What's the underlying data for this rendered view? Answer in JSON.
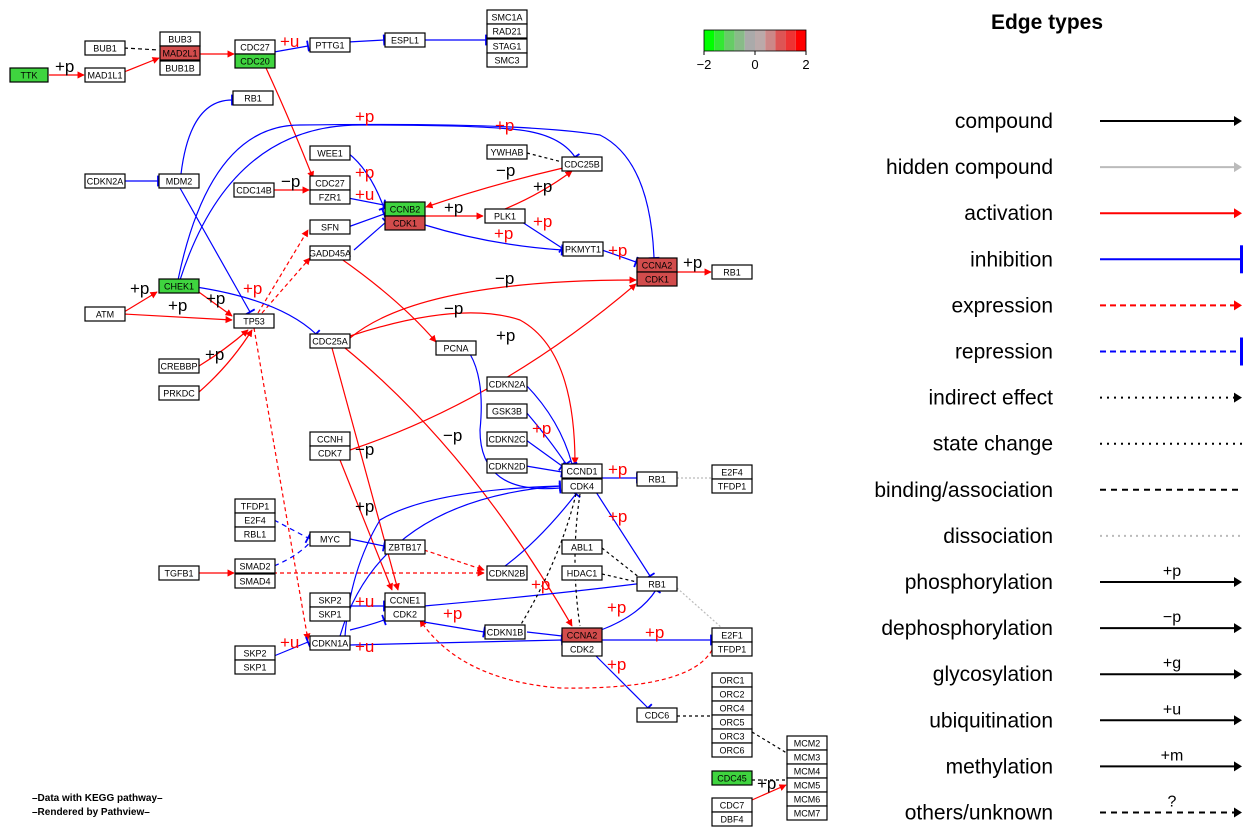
{
  "colors": {
    "high": "#d24c4c",
    "low": "#3fd43f",
    "none": "#ffffff",
    "activation": "#ff0000",
    "inhibition": "#0000ff",
    "binding": "#000000",
    "hidden": "#bbbbbb"
  },
  "color_scale": {
    "ticks": [
      "−2",
      "0",
      "2"
    ],
    "swatches": [
      "#00ff00",
      "#33e833",
      "#66cc66",
      "#88bb88",
      "#aaaaaa",
      "#bbaaaa",
      "#cc8888",
      "#dd5555",
      "#ee3333",
      "#ff0000"
    ]
  },
  "legend": {
    "title": "Edge types",
    "items": [
      {
        "label": "compound",
        "mark": ""
      },
      {
        "label": "hidden compound",
        "mark": ""
      },
      {
        "label": "activation",
        "mark": ""
      },
      {
        "label": "inhibition",
        "mark": ""
      },
      {
        "label": "expression",
        "mark": ""
      },
      {
        "label": "repression",
        "mark": ""
      },
      {
        "label": "indirect effect",
        "mark": ""
      },
      {
        "label": "state change",
        "mark": ""
      },
      {
        "label": "binding/association",
        "mark": ""
      },
      {
        "label": "dissociation",
        "mark": ""
      },
      {
        "label": "phosphorylation",
        "mark": "+p"
      },
      {
        "label": "dephosphorylation",
        "mark": "−p"
      },
      {
        "label": "glycosylation",
        "mark": "+g"
      },
      {
        "label": "ubiquitination",
        "mark": "+u"
      },
      {
        "label": "methylation",
        "mark": "+m"
      },
      {
        "label": "others/unknown",
        "mark": "?"
      }
    ]
  },
  "credits": [
    "–Data with KEGG pathway–",
    "–Rendered  by  Pathview–"
  ],
  "nodes": {
    "TTK": {
      "label": "TTK",
      "state": "low"
    },
    "BUB1": {
      "label": "BUB1",
      "state": "none"
    },
    "MAD1L1": {
      "label": "MAD1L1",
      "state": "none"
    },
    "BUB3": {
      "label": "BUB3",
      "state": "none"
    },
    "MAD2L1": {
      "label": "MAD2L1",
      "state": "high"
    },
    "BUB1B": {
      "label": "BUB1B",
      "state": "none"
    },
    "CDC27": {
      "label": "CDC27",
      "state": "none"
    },
    "CDC20": {
      "label": "CDC20",
      "state": "low"
    },
    "PTTG1": {
      "label": "PTTG1",
      "state": "none"
    },
    "ESPL1": {
      "label": "ESPL1",
      "state": "none"
    },
    "SMC1A": {
      "label": "SMC1A",
      "state": "none"
    },
    "RAD21": {
      "label": "RAD21",
      "state": "none"
    },
    "STAG1": {
      "label": "STAG1",
      "state": "none"
    },
    "SMC3": {
      "label": "SMC3",
      "state": "none"
    },
    "RB1_top": {
      "label": "RB1",
      "state": "none"
    },
    "CDKN2A_l": {
      "label": "CDKN2A",
      "state": "none"
    },
    "MDM2": {
      "label": "MDM2",
      "state": "none"
    },
    "WEE1": {
      "label": "WEE1",
      "state": "none"
    },
    "YWHAB": {
      "label": "YWHAB",
      "state": "none"
    },
    "CDC25B": {
      "label": "CDC25B",
      "state": "none"
    },
    "CDC14B": {
      "label": "CDC14B",
      "state": "none"
    },
    "CDC27b": {
      "label": "CDC27",
      "state": "none"
    },
    "FZR1": {
      "label": "FZR1",
      "state": "none"
    },
    "CCNB2": {
      "label": "CCNB2",
      "state": "low"
    },
    "CDK1a": {
      "label": "CDK1",
      "state": "high"
    },
    "PLK1": {
      "label": "PLK1",
      "state": "none"
    },
    "SFN": {
      "label": "SFN",
      "state": "none"
    },
    "PKMYT1": {
      "label": "PKMYT1",
      "state": "none"
    },
    "GADD45A": {
      "label": "GADD45A",
      "state": "none"
    },
    "CCNA2a": {
      "label": "CCNA2",
      "state": "high"
    },
    "CDK1b": {
      "label": "CDK1",
      "state": "high"
    },
    "RB1_r": {
      "label": "RB1",
      "state": "none"
    },
    "CHEK1": {
      "label": "CHEK1",
      "state": "low"
    },
    "ATM": {
      "label": "ATM",
      "state": "none"
    },
    "TP53": {
      "label": "TP53",
      "state": "none"
    },
    "CDC25A": {
      "label": "CDC25A",
      "state": "none"
    },
    "PCNA": {
      "label": "PCNA",
      "state": "none"
    },
    "CREBBP": {
      "label": "CREBBP",
      "state": "none"
    },
    "PRKDC": {
      "label": "PRKDC",
      "state": "none"
    },
    "CDKN2A_m": {
      "label": "CDKN2A",
      "state": "none"
    },
    "GSK3B": {
      "label": "GSK3B",
      "state": "none"
    },
    "CDKN2C": {
      "label": "CDKN2C",
      "state": "none"
    },
    "CDKN2D": {
      "label": "CDKN2D",
      "state": "none"
    },
    "CCNH": {
      "label": "CCNH",
      "state": "none"
    },
    "CDK7": {
      "label": "CDK7",
      "state": "none"
    },
    "CCND1": {
      "label": "CCND1",
      "state": "none"
    },
    "CDK4": {
      "label": "CDK4",
      "state": "none"
    },
    "RB1_m": {
      "label": "RB1",
      "state": "none"
    },
    "E2F4": {
      "label": "E2F4",
      "state": "none"
    },
    "TFDP1_r": {
      "label": "TFDP1",
      "state": "none"
    },
    "TFDP1_l": {
      "label": "TFDP1",
      "state": "none"
    },
    "E2F4_l": {
      "label": "E2F4",
      "state": "none"
    },
    "RBL1_l": {
      "label": "RBL1",
      "state": "none"
    },
    "MYC": {
      "label": "MYC",
      "state": "none"
    },
    "ZBTB17": {
      "label": "ZBTB17",
      "state": "none"
    },
    "ABL1": {
      "label": "ABL1",
      "state": "none"
    },
    "TGFB1": {
      "label": "TGFB1",
      "state": "none"
    },
    "SMAD2": {
      "label": "SMAD2",
      "state": "none"
    },
    "SMAD4": {
      "label": "SMAD4",
      "state": "none"
    },
    "CDKN2B": {
      "label": "CDKN2B",
      "state": "none"
    },
    "HDAC1": {
      "label": "HDAC1",
      "state": "none"
    },
    "RB1_b": {
      "label": "RB1",
      "state": "none"
    },
    "SKP2a": {
      "label": "SKP2",
      "state": "none"
    },
    "SKP1a": {
      "label": "SKP1",
      "state": "none"
    },
    "CCNE1": {
      "label": "CCNE1",
      "state": "none"
    },
    "CDK2a": {
      "label": "CDK2",
      "state": "none"
    },
    "CDKN1B": {
      "label": "CDKN1B",
      "state": "none"
    },
    "CCNA2b": {
      "label": "CCNA2",
      "state": "high"
    },
    "CDK2b": {
      "label": "CDK2",
      "state": "none"
    },
    "E2F1": {
      "label": "E2F1",
      "state": "none"
    },
    "TFDP1_b": {
      "label": "TFDP1",
      "state": "none"
    },
    "SKP2b": {
      "label": "SKP2",
      "state": "none"
    },
    "SKP1b": {
      "label": "SKP1",
      "state": "none"
    },
    "CDKN1A": {
      "label": "CDKN1A",
      "state": "none"
    },
    "CDC6": {
      "label": "CDC6",
      "state": "none"
    },
    "ORC1": {
      "label": "ORC1",
      "state": "none"
    },
    "ORC2": {
      "label": "ORC2",
      "state": "none"
    },
    "ORC4": {
      "label": "ORC4",
      "state": "none"
    },
    "ORC5": {
      "label": "ORC5",
      "state": "none"
    },
    "ORC3": {
      "label": "ORC3",
      "state": "none"
    },
    "ORC6": {
      "label": "ORC6",
      "state": "none"
    },
    "MCM2": {
      "label": "MCM2",
      "state": "none"
    },
    "MCM3": {
      "label": "MCM3",
      "state": "none"
    },
    "MCM4": {
      "label": "MCM4",
      "state": "none"
    },
    "MCM5": {
      "label": "MCM5",
      "state": "none"
    },
    "MCM6": {
      "label": "MCM6",
      "state": "none"
    },
    "MCM7": {
      "label": "MCM7",
      "state": "none"
    },
    "CDC45": {
      "label": "CDC45",
      "state": "low"
    },
    "CDC7": {
      "label": "CDC7",
      "state": "none"
    },
    "DBF4": {
      "label": "DBF4",
      "state": "none"
    }
  },
  "edge_labels": [
    {
      "id": "l_ttk",
      "text": "+p",
      "color": "black"
    },
    {
      "id": "l_cdc20",
      "text": "+u",
      "color": "red"
    },
    {
      "id": "l_top1",
      "text": "+p",
      "color": "red"
    },
    {
      "id": "l_top2",
      "text": "+p",
      "color": "red"
    },
    {
      "id": "l_cdc14",
      "text": "−p",
      "color": "black"
    },
    {
      "id": "l_wee1",
      "text": "+p",
      "color": "red"
    },
    {
      "id": "l_fzr",
      "text": "+u",
      "color": "red"
    },
    {
      "id": "l_ywhab",
      "text": "−p",
      "color": "black"
    },
    {
      "id": "l_plk_up",
      "text": "+p",
      "color": "black"
    },
    {
      "id": "l_ccnb",
      "text": "+p",
      "color": "black"
    },
    {
      "id": "l_plk_dn",
      "text": "+p",
      "color": "red"
    },
    {
      "id": "l_plk_dn2",
      "text": "+p",
      "color": "red"
    },
    {
      "id": "l_pkmyt",
      "text": "+p",
      "color": "red"
    },
    {
      "id": "l_ccna_rb",
      "text": "+p",
      "color": "black"
    },
    {
      "id": "l_cdc25a_mp",
      "text": "−p",
      "color": "black"
    },
    {
      "id": "l_atm_chek",
      "text": "+p",
      "color": "black"
    },
    {
      "id": "l_chek_tp",
      "text": "+p",
      "color": "black"
    },
    {
      "id": "l_atm_tp",
      "text": "+p",
      "color": "black"
    },
    {
      "id": "l_tp_red",
      "text": "+p",
      "color": "red"
    },
    {
      "id": "l_creb",
      "text": "+p",
      "color": "black"
    },
    {
      "id": "l_cdc25a_mp2",
      "text": "−p",
      "color": "black"
    },
    {
      "id": "l_cdc25a_p",
      "text": "+p",
      "color": "black"
    },
    {
      "id": "l_cdkn2",
      "text": "+p",
      "color": "red"
    },
    {
      "id": "l_mp3",
      "text": "−p",
      "color": "black"
    },
    {
      "id": "l_ccnh",
      "text": "−p",
      "color": "black"
    },
    {
      "id": "l_ccnd",
      "text": "+p",
      "color": "red"
    },
    {
      "id": "l_cdk4_rb",
      "text": "+p",
      "color": "red"
    },
    {
      "id": "l_myc",
      "text": "+p",
      "color": "black"
    },
    {
      "id": "l_cdkn2b",
      "text": "+p",
      "color": "red"
    },
    {
      "id": "l_skp2",
      "text": "+u",
      "color": "red"
    },
    {
      "id": "l_ccne",
      "text": "+p",
      "color": "red"
    },
    {
      "id": "l_rb_b",
      "text": "+p",
      "color": "red"
    },
    {
      "id": "l_e2f1",
      "text": "+p",
      "color": "red"
    },
    {
      "id": "l_skp2b",
      "text": "+u",
      "color": "red"
    },
    {
      "id": "l_cdkn1a",
      "text": "+u",
      "color": "red"
    },
    {
      "id": "l_cdc6",
      "text": "+p",
      "color": "red"
    },
    {
      "id": "l_cdc7",
      "text": "+p",
      "color": "black"
    }
  ]
}
